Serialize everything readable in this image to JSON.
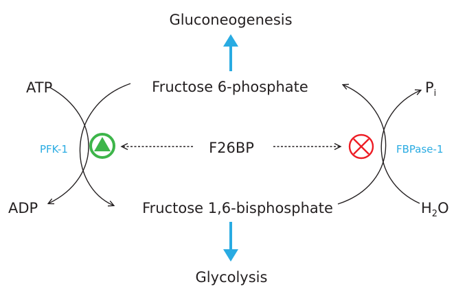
{
  "labels": {
    "gluconeogenesis": "Gluconeogenesis",
    "glycolysis": "Glycolysis",
    "f6p": "Fructose 6-phosphate",
    "f16bp": "Fructose 1,6-bisphosphate",
    "effector": "F26BP",
    "atp": "ATP",
    "adp": "ADP",
    "pi_base": "P",
    "pi_sub": "i",
    "h2o_h": "H",
    "h2o_sub": "2",
    "h2o_o": "O"
  },
  "enzymes": {
    "pfk": "PFK-1",
    "fbpase": "FBPase-1"
  },
  "symbols": {
    "activation": "activation-triangle-icon",
    "inhibition": "inhibition-cross-icon"
  },
  "colors": {
    "text": "#231f20",
    "enzyme": "#29abe2",
    "flux_arrow": "#29abe2",
    "activator": "#3db54a",
    "inhibitor": "#ed1c24"
  }
}
